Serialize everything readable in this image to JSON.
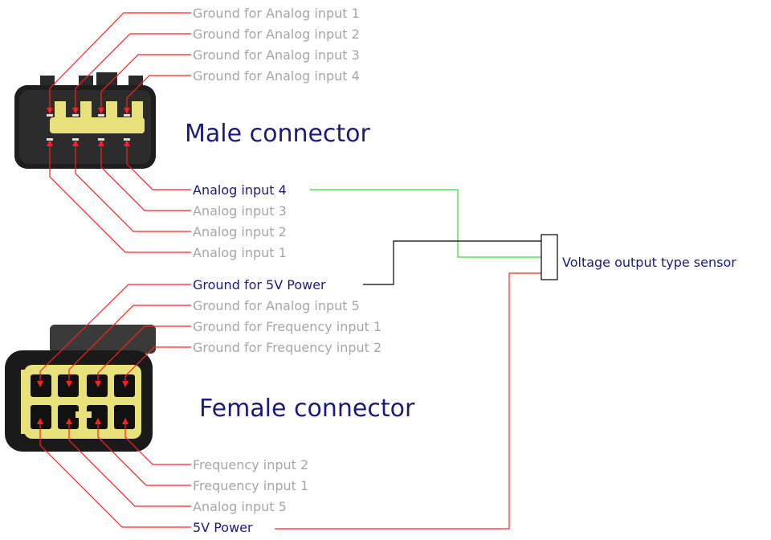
{
  "colors": {
    "active_label": "#1a1a80",
    "inactive_label": "#a6a6a6",
    "wire_red": "#ff2020",
    "wire_green": "#33dd33",
    "wire_black": "#000000",
    "connector_body": "#222222",
    "pin_yellow": "#e8e07a"
  },
  "male_connector": {
    "title": "Male connector",
    "top_labels": [
      {
        "text": "Ground for Analog input 1",
        "active": false
      },
      {
        "text": "Ground for Analog input 2",
        "active": false
      },
      {
        "text": "Ground for Analog input 3",
        "active": false
      },
      {
        "text": "Ground for Analog input 4",
        "active": false
      }
    ],
    "bottom_labels": [
      {
        "text": "Analog input 4",
        "active": true
      },
      {
        "text": "Analog input 3",
        "active": false
      },
      {
        "text": "Analog input 2",
        "active": false
      },
      {
        "text": "Analog input 1",
        "active": false
      }
    ]
  },
  "female_connector": {
    "title": "Female connector",
    "top_labels": [
      {
        "text": "Ground for 5V Power",
        "active": true
      },
      {
        "text": "Ground for Analog input 5",
        "active": false
      },
      {
        "text": "Ground for Frequency input 1",
        "active": false
      },
      {
        "text": "Ground for Frequency input 2",
        "active": false
      }
    ],
    "bottom_labels": [
      {
        "text": "Frequency input 2",
        "active": false
      },
      {
        "text": "Frequency input 1",
        "active": false
      },
      {
        "text": "Analog input 5",
        "active": false
      },
      {
        "text": "5V Power",
        "active": true
      }
    ]
  },
  "sensor": {
    "label": "Voltage output type sensor"
  }
}
